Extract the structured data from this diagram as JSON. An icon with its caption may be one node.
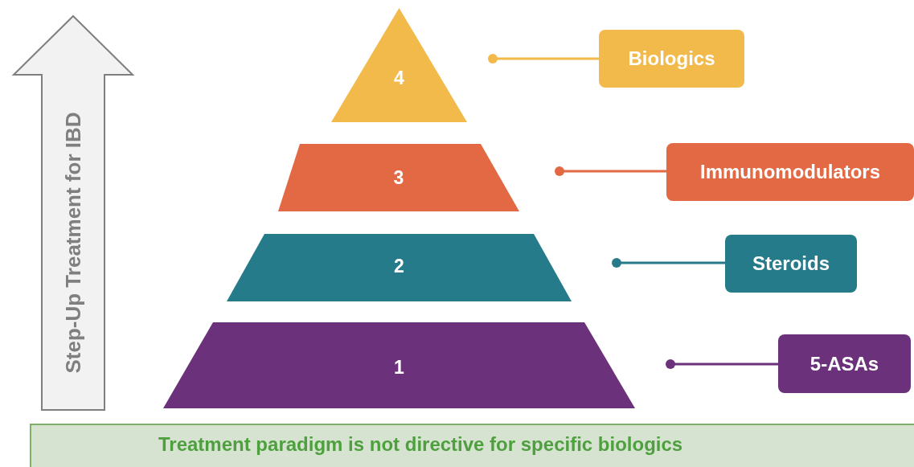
{
  "diagram": {
    "nodes": [
      {
        "text": [
          "Step-Up Treatment for IBD"
        ]
      },
      {
        "text": [
          "4"
        ]
      },
      {
        "text": [
          "Biologics"
        ]
      },
      {
        "text": [
          "3"
        ]
      },
      {
        "text": [
          "Immunomodulators"
        ]
      },
      {
        "text": [
          "2"
        ]
      },
      {
        "text": [
          "Steroids"
        ]
      },
      {
        "text": [
          "1"
        ]
      },
      {
        "text": [
          "5-ASAs"
        ]
      },
      {
        "text": [
          "Treatment paradigm is not directive for specific biologics"
        ]
      }
    ],
    "edges": [
      {
        "from": null,
        "to": 2,
        "arrow": "other",
        "color": "#f2b94b"
      },
      {
        "from": null,
        "to": 4,
        "arrow": "other",
        "color": "#e36944"
      },
      {
        "from": null,
        "to": 6,
        "arrow": "other",
        "color": "#267b8a"
      },
      {
        "from": null,
        "to": 8,
        "arrow": "other",
        "color": "#6b317b"
      }
    ]
  }
}
